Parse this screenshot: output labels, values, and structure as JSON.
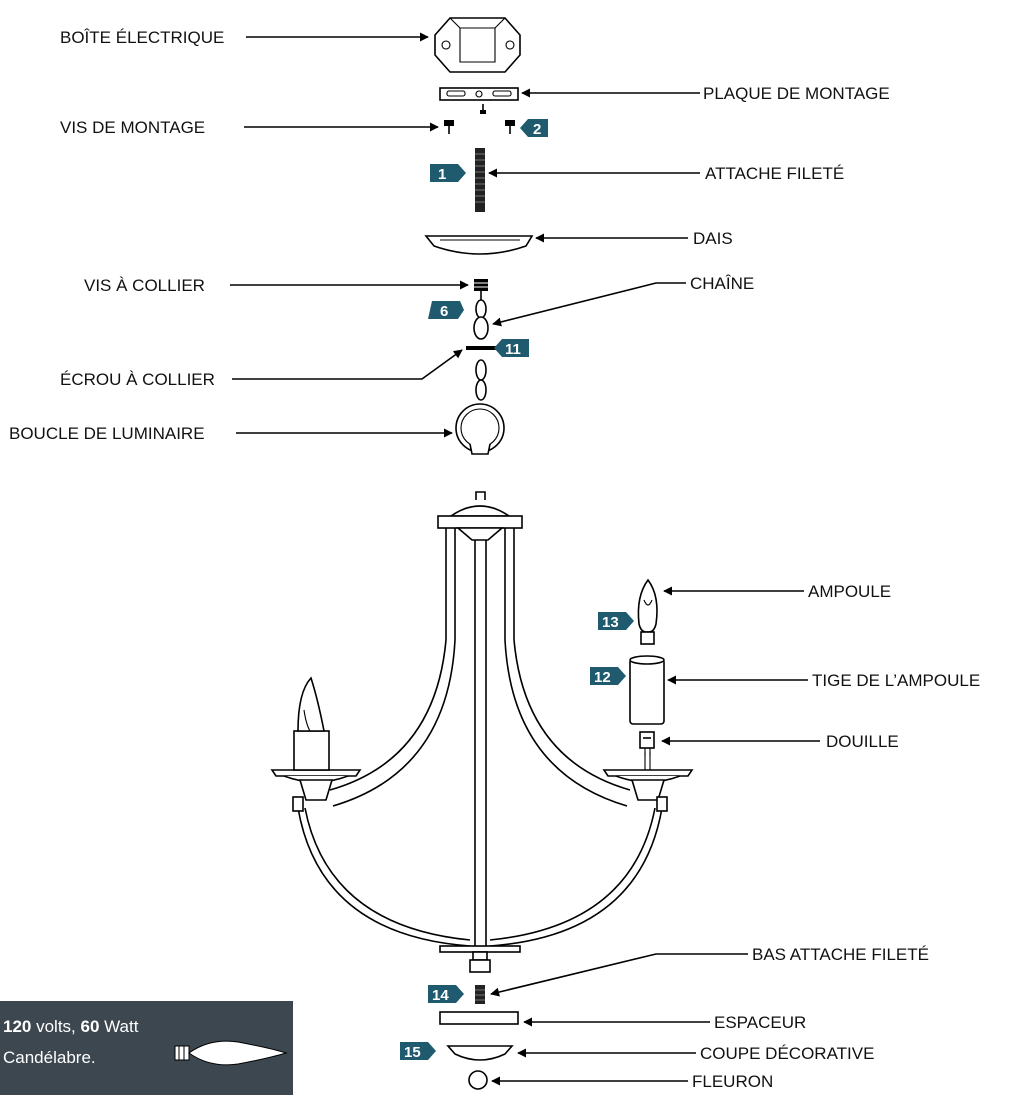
{
  "colors": {
    "badge": "#1f5a6e",
    "spec_box": "#3c4750",
    "line": "#000000"
  },
  "labels": {
    "electrical_box": "BOÎTE ÉLECTRIQUE",
    "mounting_plate": "PLAQUE DE MONTAGE",
    "mounting_screws": "VIS DE MONTAGE",
    "threaded_rod": "ATTACHE FILETÉ",
    "canopy": "DAIS",
    "collar_screw": "VIS À COLLIER",
    "chain": "CHAÎNE",
    "collar_nut": "ÉCROU À COLLIER",
    "fixture_loop": "BOUCLE DE LUMINAIRE",
    "bulb": "AMPOULE",
    "bulb_sleeve": "TIGE DE L’AMPOULE",
    "socket": "DOUILLE",
    "bottom_rod": "BAS ATTACHE FILETÉ",
    "spacer": "ESPACEUR",
    "decorative_cup": "COUPE DÉCORATIVE",
    "finial": "FLEURON"
  },
  "steps": {
    "s1": "1",
    "s2": "2",
    "s6": "6",
    "s11": "11",
    "s12": "12",
    "s13": "13",
    "s14": "14",
    "s15": "15"
  },
  "spec": {
    "volts_value": "120",
    "volts_unit": " volts, ",
    "watt_value": "60",
    "watt_unit": " Watt",
    "bulb_type": "Candélabre."
  }
}
